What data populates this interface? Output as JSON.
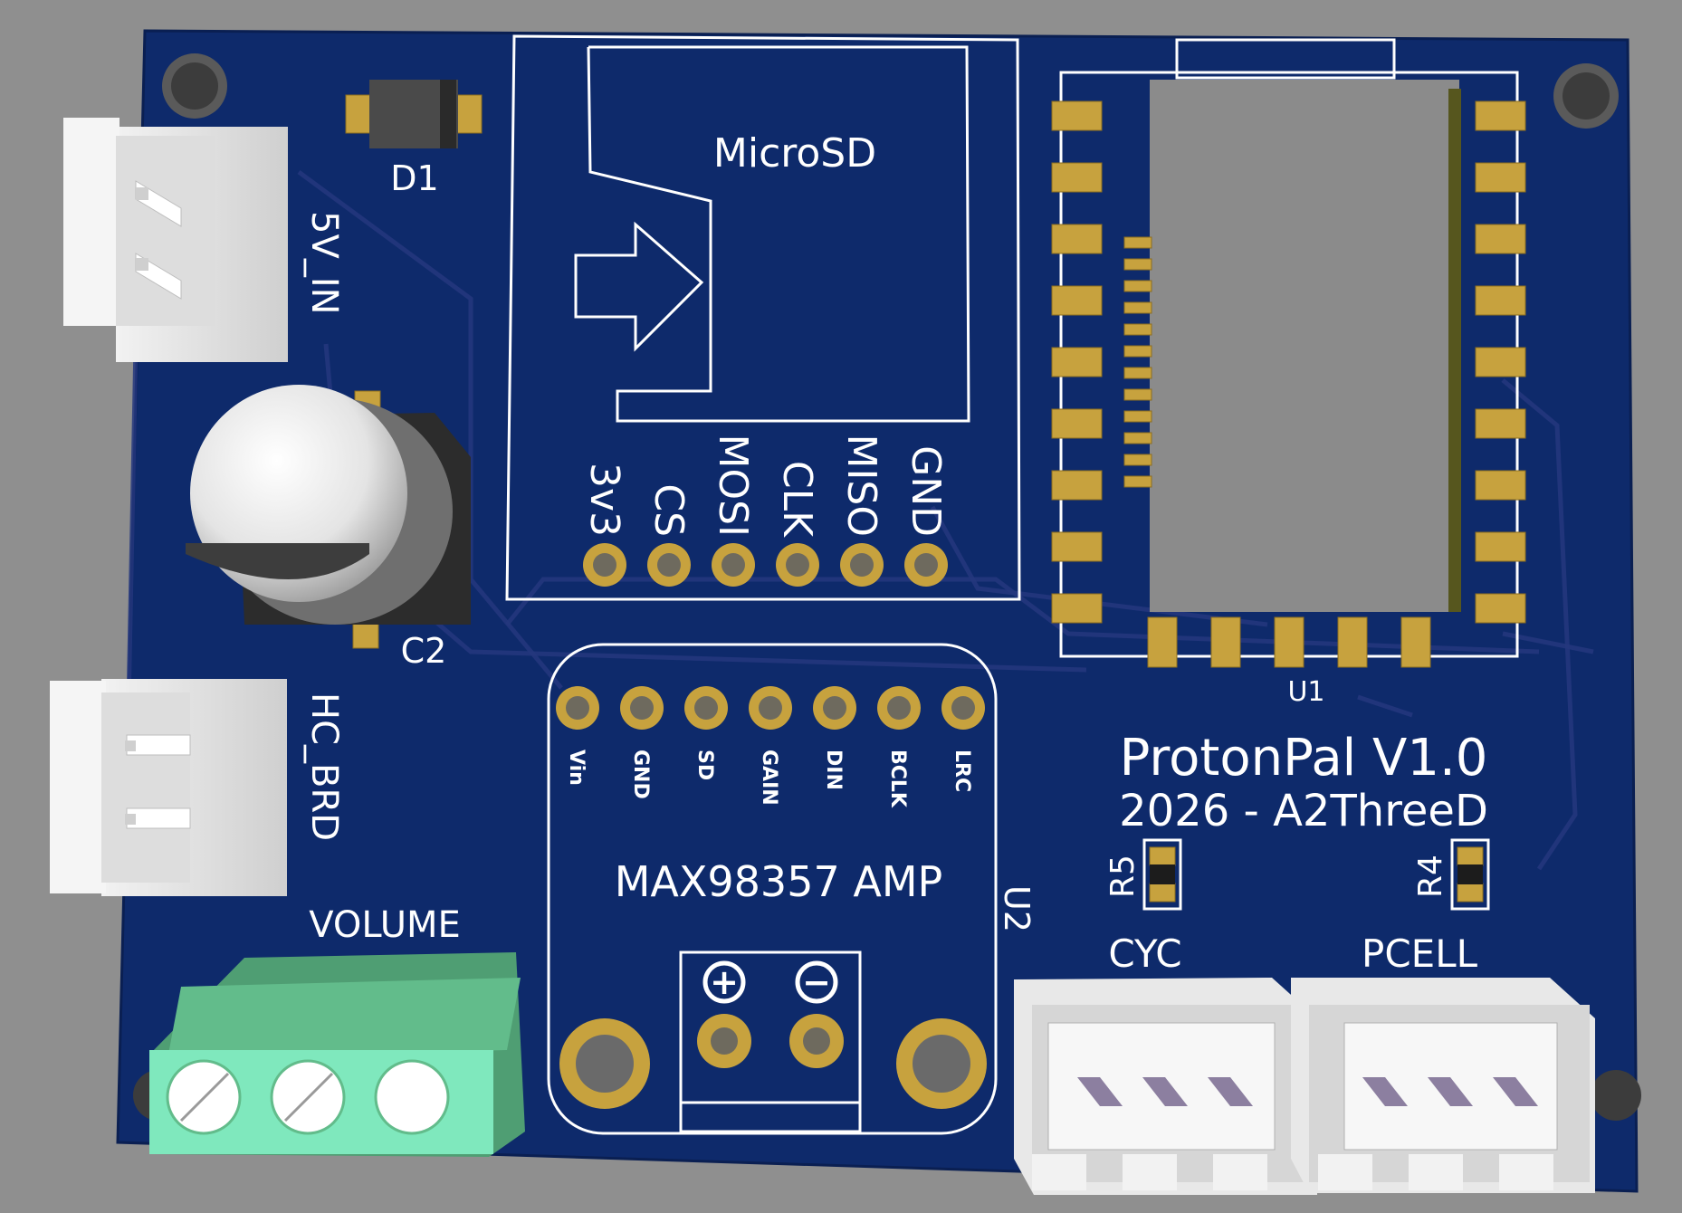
{
  "board": {
    "title": "ProtonPal V1.0",
    "subtitle": "2026 - A2ThreeD",
    "colors": {
      "background": "#8f8f8f",
      "soldermask": "#0e2a6b",
      "silkscreen": "#ffffff",
      "copper": "#c7a23e",
      "terminal_block": "#5fb88a"
    }
  },
  "components": {
    "d1": "D1",
    "c2": "C2",
    "u1": "U1",
    "u2": "U2",
    "r4": "R4",
    "r5": "R5"
  },
  "connectors": {
    "power_in": "5V_IN",
    "hc_brd": "HC_BRD",
    "volume": "VOLUME",
    "cyc": "CYC",
    "pcell": "PCELL"
  },
  "microsd": {
    "title": "MicroSD",
    "pins": [
      "3v3",
      "CS",
      "MOSI",
      "CLK",
      "MISO",
      "GND"
    ]
  },
  "amp": {
    "title": "MAX98357 AMP",
    "pins": [
      "Vin",
      "GND",
      "SD",
      "GAIN",
      "DIN",
      "BCLK",
      "LRC"
    ],
    "plus": "+",
    "minus": "−"
  }
}
